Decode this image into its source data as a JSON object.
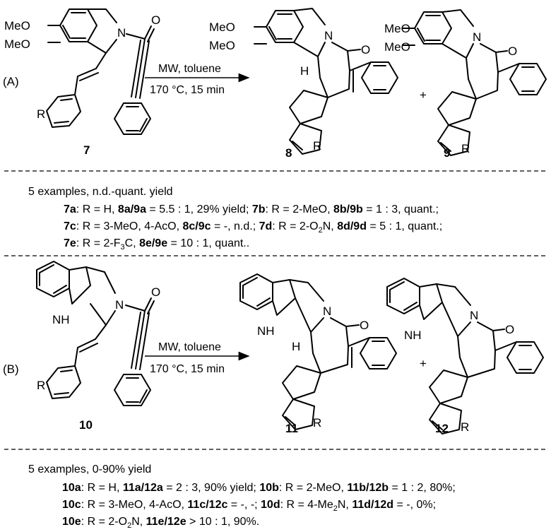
{
  "section_a": {
    "label": "(A)",
    "reagent_top": "MW, toluene",
    "reagent_bottom": "170 °C, 15 min",
    "plus": "+",
    "compounds": {
      "start": "7",
      "product_1": "8",
      "product_2": "9"
    },
    "atoms": {
      "ome": "MeO",
      "n": "N",
      "o": "O",
      "h": "H",
      "r": "R"
    },
    "summary": "5 examples, n.d.-quant. yield",
    "results": [
      [
        {
          "t": "7a",
          "b": true
        },
        {
          "t": ": R = H, "
        },
        {
          "t": "8a/9a",
          "b": true
        },
        {
          "t": " = 5.5 : 1, 29% yield; "
        },
        {
          "t": "7b",
          "b": true
        },
        {
          "t": ": R = 2-MeO, "
        },
        {
          "t": "8b/9b",
          "b": true
        },
        {
          "t": " = 1 : 3, quant.;"
        }
      ],
      [
        {
          "t": "7c",
          "b": true
        },
        {
          "t": ": R = 3-MeO, 4-AcO, "
        },
        {
          "t": "8c/9c",
          "b": true
        },
        {
          "t": " = -, n.d.; "
        },
        {
          "t": "7d",
          "b": true
        },
        {
          "t": ": R = 2-O"
        },
        {
          "t": "2",
          "sub": true
        },
        {
          "t": "N, "
        },
        {
          "t": "8d/9d",
          "b": true
        },
        {
          "t": " = 5 : 1, quant.;"
        }
      ],
      [
        {
          "t": "7e",
          "b": true
        },
        {
          "t": ": R = 2-F"
        },
        {
          "t": "3",
          "sub": true
        },
        {
          "t": "C, "
        },
        {
          "t": "8e/9e",
          "b": true
        },
        {
          "t": " = 10 : 1, quant.."
        }
      ]
    ]
  },
  "section_b": {
    "label": "(B)",
    "reagent_top": "MW, toluene",
    "reagent_bottom": "170 °C, 15 min",
    "plus": "+",
    "compounds": {
      "start": "10",
      "product_1": "11",
      "product_2": "12"
    },
    "atoms": {
      "nh": "NH",
      "n": "N",
      "o": "O",
      "h": "H",
      "r": "R"
    },
    "summary": "5 examples, 0-90% yield",
    "results": [
      [
        {
          "t": "10a",
          "b": true
        },
        {
          "t": ": R = H, "
        },
        {
          "t": "11a/12a",
          "b": true
        },
        {
          "t": " = 2 : 3, 90% yield; "
        },
        {
          "t": "10b",
          "b": true
        },
        {
          "t": ": R = 2-MeO, "
        },
        {
          "t": "11b/12b",
          "b": true
        },
        {
          "t": " = 1 : 2, 80%;"
        }
      ],
      [
        {
          "t": "10c",
          "b": true
        },
        {
          "t": ": R = 3-MeO, 4-AcO, "
        },
        {
          "t": "11c/12c",
          "b": true
        },
        {
          "t": " = -, -; "
        },
        {
          "t": "10d",
          "b": true
        },
        {
          "t": ": R = 4-Me"
        },
        {
          "t": "2",
          "sub": true
        },
        {
          "t": "N, "
        },
        {
          "t": "11d/12d",
          "b": true
        },
        {
          "t": " = -, 0%;"
        }
      ],
      [
        {
          "t": "10e",
          "b": true
        },
        {
          "t": ": R = 2-O"
        },
        {
          "t": "2",
          "sub": true
        },
        {
          "t": "N, "
        },
        {
          "t": "11e/12e",
          "b": true
        },
        {
          "t": " > 10 : 1, 90%."
        }
      ]
    ]
  }
}
